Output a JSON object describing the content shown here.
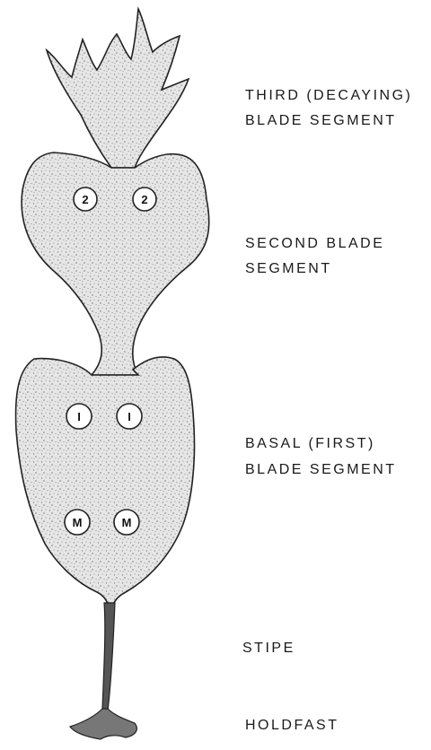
{
  "labels": {
    "third_line1": "THIRD (DECAYING)",
    "third_line2": "BLADE SEGMENT",
    "second_line1": "SECOND BLADE",
    "second_line2": "SEGMENT",
    "basal_line1": "BASAL (FIRST)",
    "basal_line2": "BLADE SEGMENT",
    "stipe": "STIPE",
    "holdfast": "HOLDFAST"
  },
  "markers": {
    "second_left": "2",
    "second_right": "2",
    "first_left": "I",
    "first_right": "I",
    "meristem_left": "M",
    "meristem_right": "M"
  }
}
